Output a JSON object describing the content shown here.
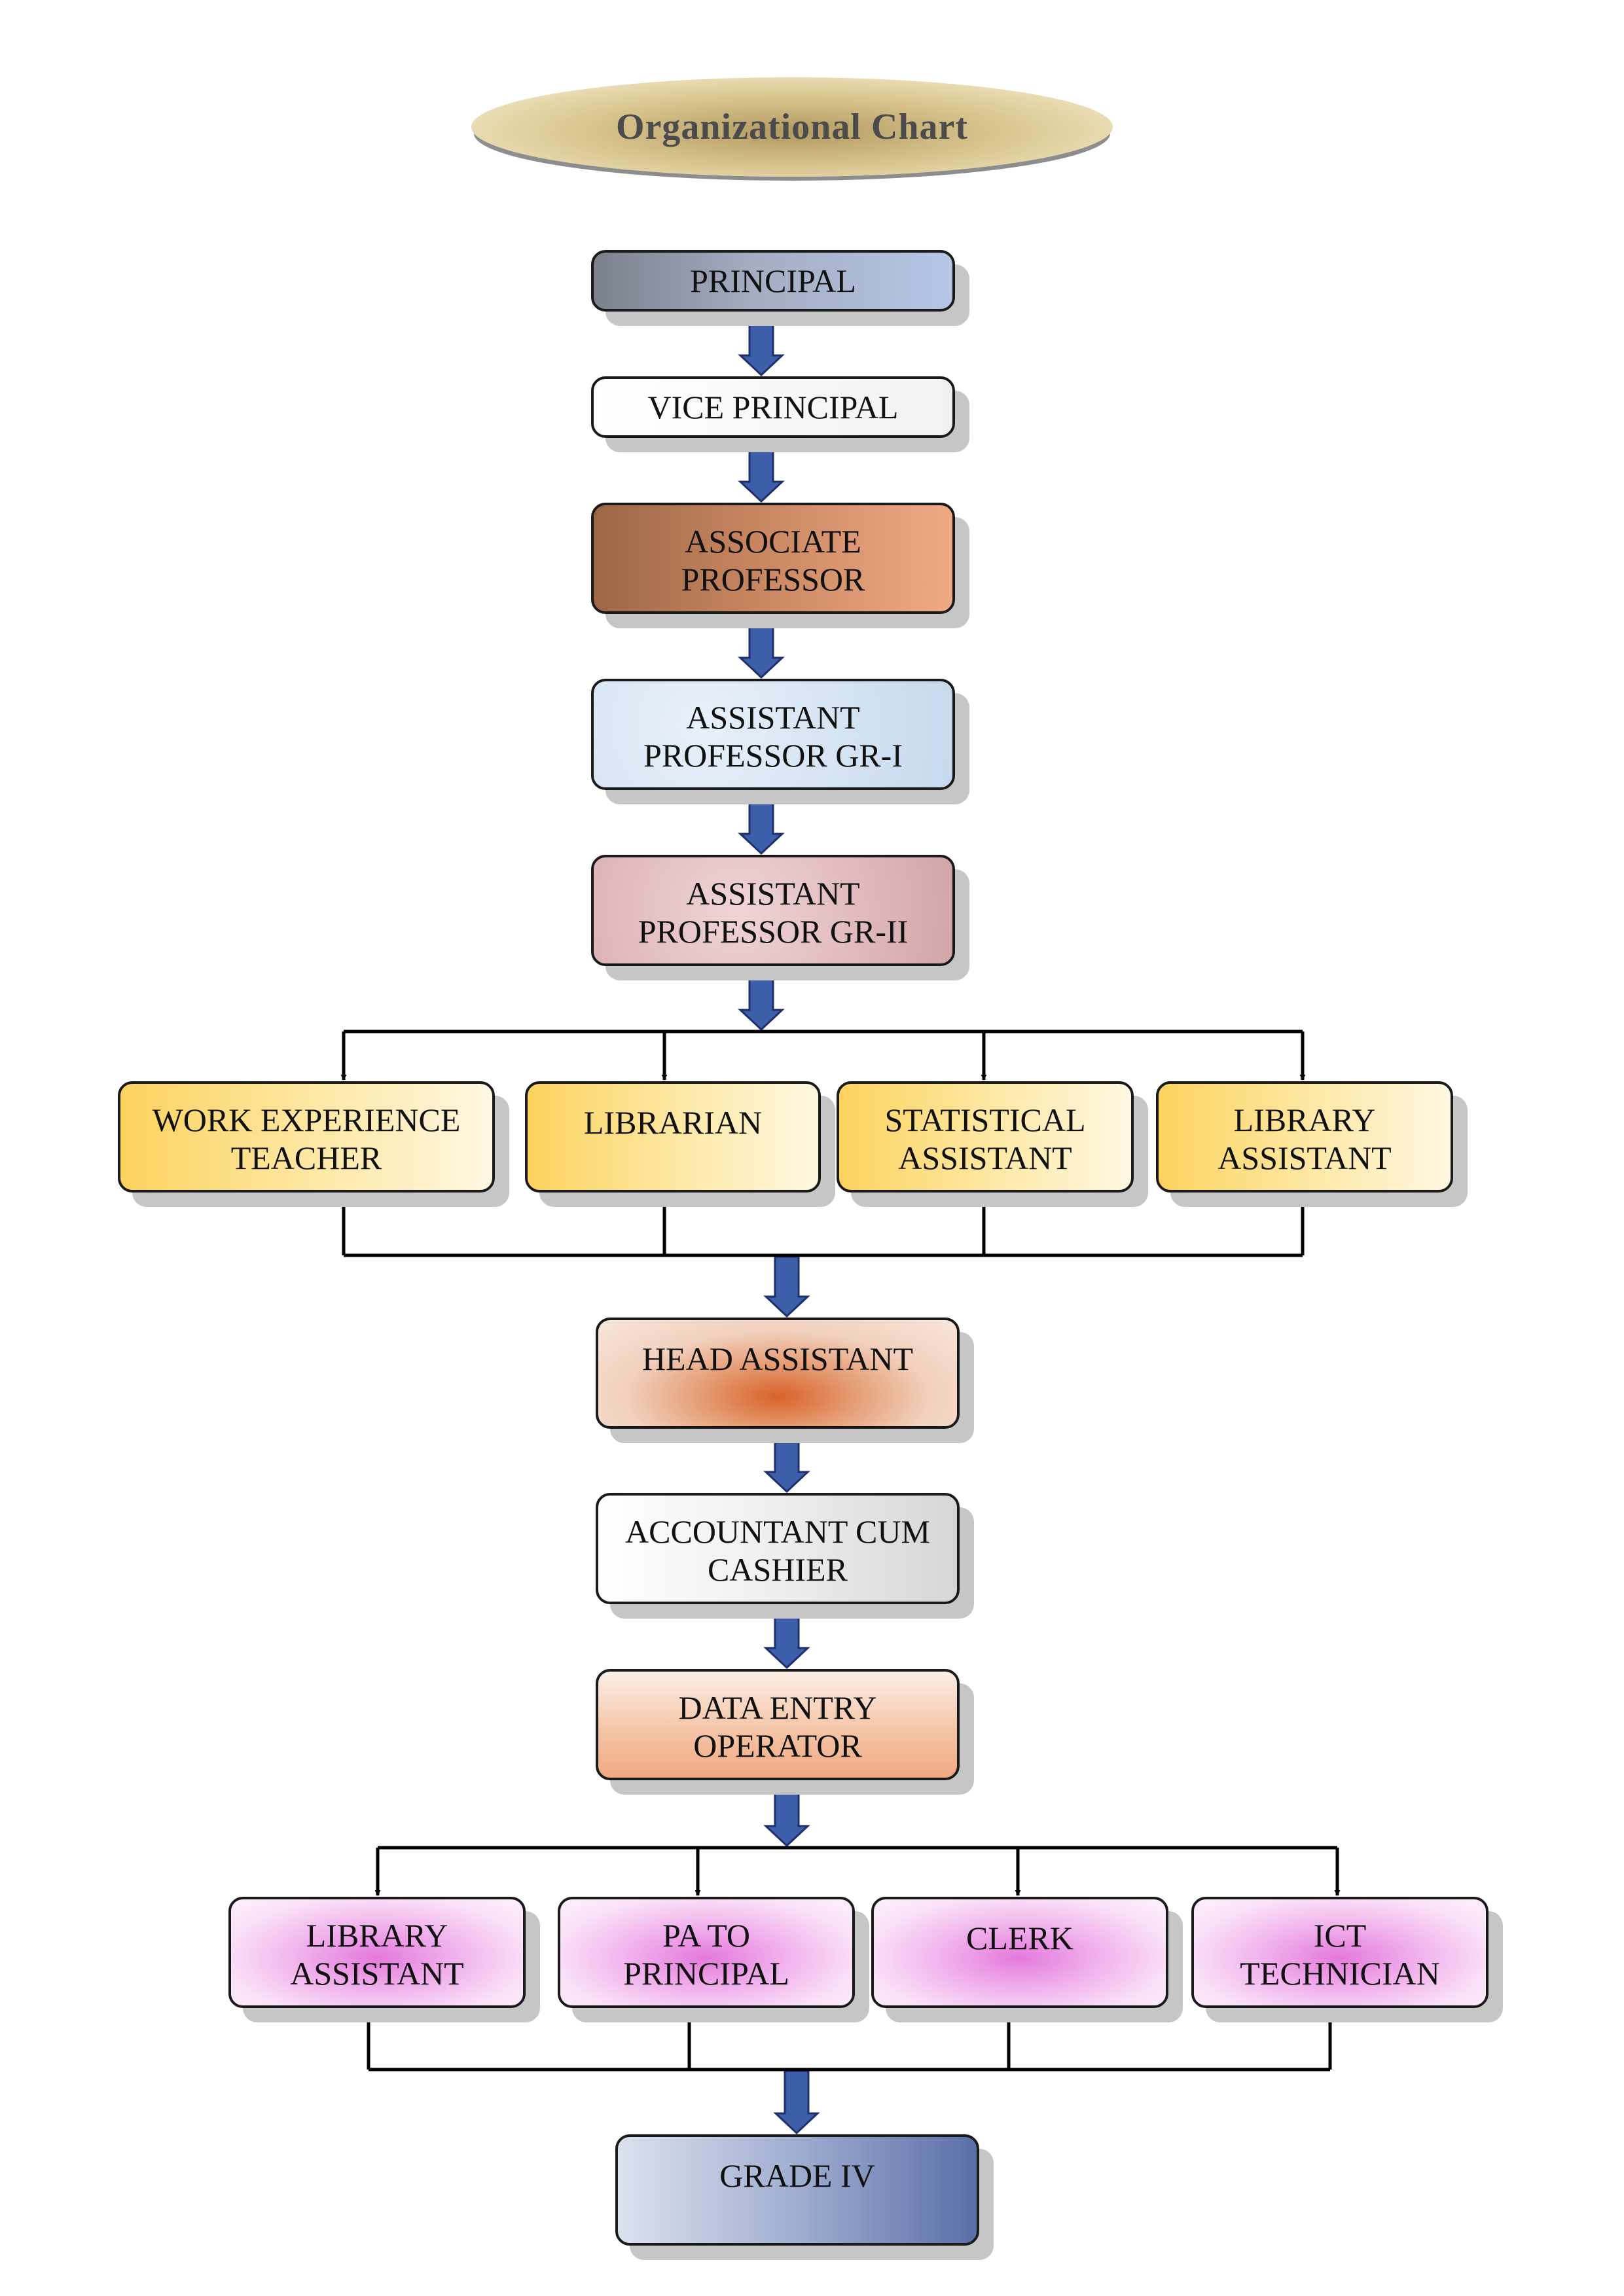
{
  "title": "Organizational Chart",
  "nodes": {
    "principal": "PRINCIPAL",
    "vice_principal": "VICE PRINCIPAL",
    "associate_professor": "ASSOCIATE\nPROFESSOR",
    "assistant_professor_gr1": "ASSISTANT\nPROFESSOR GR-I",
    "assistant_professor_gr2": "ASSISTANT\nPROFESSOR GR-II",
    "work_experience_teacher": "WORK EXPERIENCE\nTEACHER",
    "librarian": "LIBRARIAN",
    "statistical_assistant": "STATISTICAL\nASSISTANT",
    "library_assistant_1": "LIBRARY\nASSISTANT",
    "head_assistant": "HEAD ASSISTANT",
    "accountant_cum_cashier": "ACCOUNTANT CUM\nCASHIER",
    "data_entry_operator": "DATA ENTRY\nOPERATOR",
    "library_assistant_2": "LIBRARY\nASSISTANT",
    "pa_to_principal": "PA TO\nPRINCIPAL",
    "clerk": "CLERK",
    "ict_technician": "ICT\nTECHNICIAN",
    "grade_iv": "GRADE IV"
  },
  "colors": {
    "arrow_fill": "#3d5ea8",
    "arrow_stroke": "#1f2f6b",
    "connector": "#000000",
    "title_text": "#4b4b4b"
  }
}
